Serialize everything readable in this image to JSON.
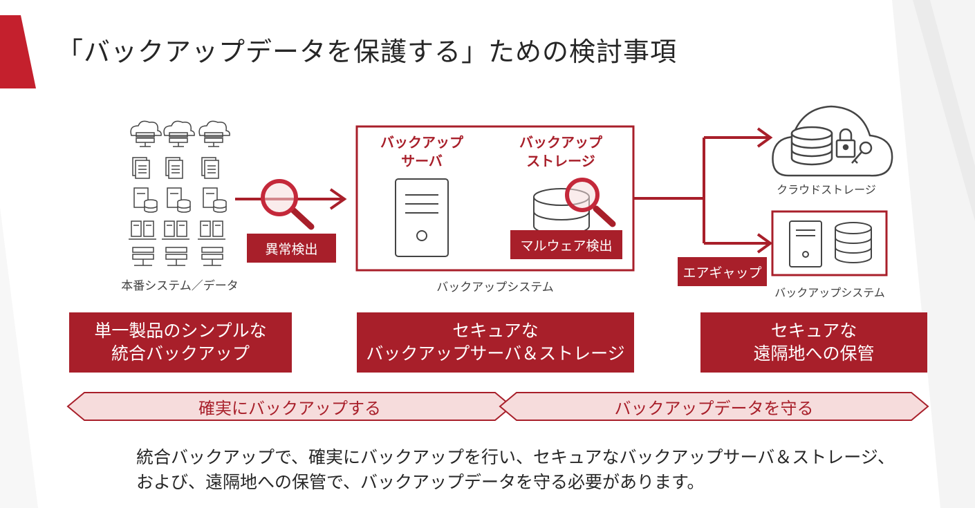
{
  "title": "「バックアップデータを保護する」ための検討事項",
  "production": {
    "label": "本番システム／データ"
  },
  "anomaly_tag": "異常検出",
  "backup_system": {
    "server_heading": "バックアップ\nサーバ",
    "storage_heading": "バックアップ\nストレージ",
    "malware_tag": "マルウェア検出",
    "label": "バックアップシステム"
  },
  "remote": {
    "cloud_label": "クラウドストレージ",
    "airgap_tag": "エアギャップ",
    "system_label": "バックアップシステム"
  },
  "features": [
    {
      "label": "単一製品のシンプルな\n統合バックアップ"
    },
    {
      "label": "セキュアな\nバックアップサーバ＆ストレージ"
    },
    {
      "label": "セキュアな\n遠隔地への保管"
    }
  ],
  "goals": [
    {
      "label": "確実にバックアップする"
    },
    {
      "label": "バックアップデータを守る"
    }
  ],
  "summary": {
    "line1": "統合バックアップで、確実にバックアップを行い、セキュアなバックアップサーバ＆ストレージ、",
    "line2": "および、遠隔地への保管で、バックアップデータを守る必要があります。"
  },
  "colors": {
    "accent": "#a81f2a",
    "goal_fill": "#f6dcdc",
    "text": "#262626"
  },
  "icons": [
    "cloud-server-icon",
    "document-icon",
    "database-document-icon",
    "server-pair-icon",
    "rack-icon",
    "magnifier-icon",
    "server-tower-icon",
    "database-icon",
    "cloud-lock-icon"
  ]
}
